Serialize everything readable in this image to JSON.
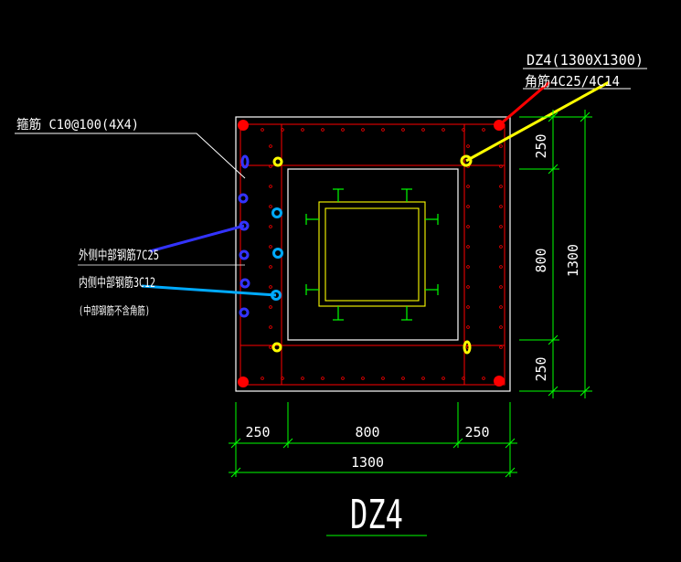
{
  "drawing": {
    "title": "DZ4",
    "column_spec": "DZ4(1300X1300)",
    "corner_bars": "角筋4C25/4C14",
    "stirrups": "箍筋 C10@100(4X4)",
    "outer_mid_bars": "外侧中部钢筋7C25",
    "inner_mid_bars": "内侧中部钢筋3C12",
    "note": "(中部钢筋不含角筋)",
    "dims_bottom": [
      "250",
      "800",
      "250"
    ],
    "dim_total_bottom": "1300",
    "dims_right": [
      "250",
      "800",
      "250"
    ],
    "dim_total_right": "1300"
  },
  "colors": {
    "background": "#000000",
    "outline": "#ffffff",
    "rebar_red": "#ff0000",
    "yellow": "#ffff00",
    "blue": "#3333ff",
    "cyan": "#00aaff",
    "green": "#00ff00"
  }
}
